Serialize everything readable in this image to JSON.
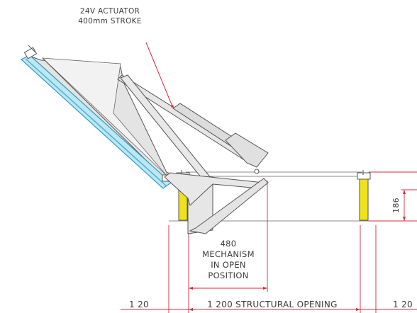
{
  "callout": {
    "line1": "24V ACTUATOR",
    "line2": "400mm STROKE"
  },
  "mechanism_note": {
    "line1": "480",
    "line2": "MECHANISM",
    "line3": "IN OPEN",
    "line4": "POSITION"
  },
  "dimensions": {
    "left_margin": "1 20",
    "structural_opening": "1 200 STRUCTURAL OPENING",
    "right_margin": "1 20",
    "height": "186"
  },
  "colors": {
    "dimension_red": "#d8283a",
    "glass_blue": "#8ed3e6",
    "upstand_yellow": "#efe318",
    "steel_grey": "#e2e2e2",
    "outline": "#555555"
  }
}
